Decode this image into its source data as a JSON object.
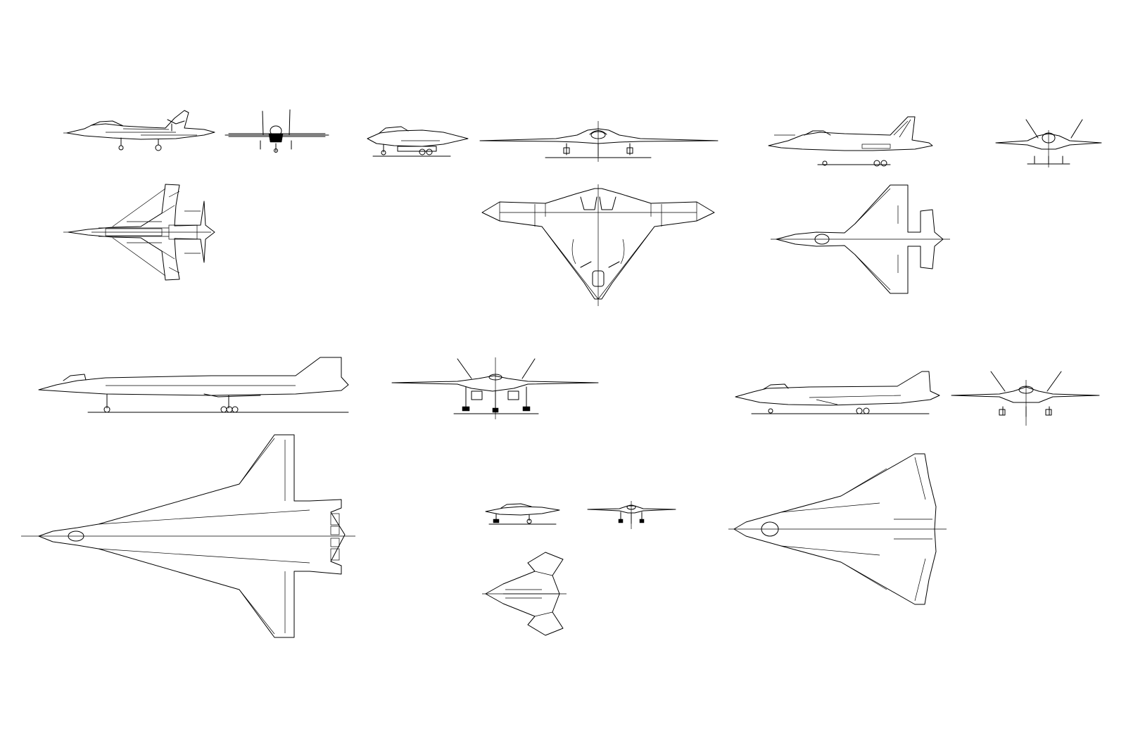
{
  "sheet": {
    "background": "#ffffff",
    "line_color": "#000000"
  },
  "drawings": [
    {
      "id": "fighter-1",
      "views": [
        "side",
        "front",
        "top"
      ]
    },
    {
      "id": "flying-wing",
      "views": [
        "side",
        "front",
        "top"
      ]
    },
    {
      "id": "fighter-2",
      "views": [
        "side",
        "front",
        "top"
      ]
    },
    {
      "id": "delta-bomber",
      "views": [
        "side",
        "front",
        "top"
      ]
    },
    {
      "id": "small-uav",
      "views": [
        "side",
        "front",
        "top"
      ]
    },
    {
      "id": "delta-fighter",
      "views": [
        "side",
        "front",
        "top"
      ]
    }
  ]
}
